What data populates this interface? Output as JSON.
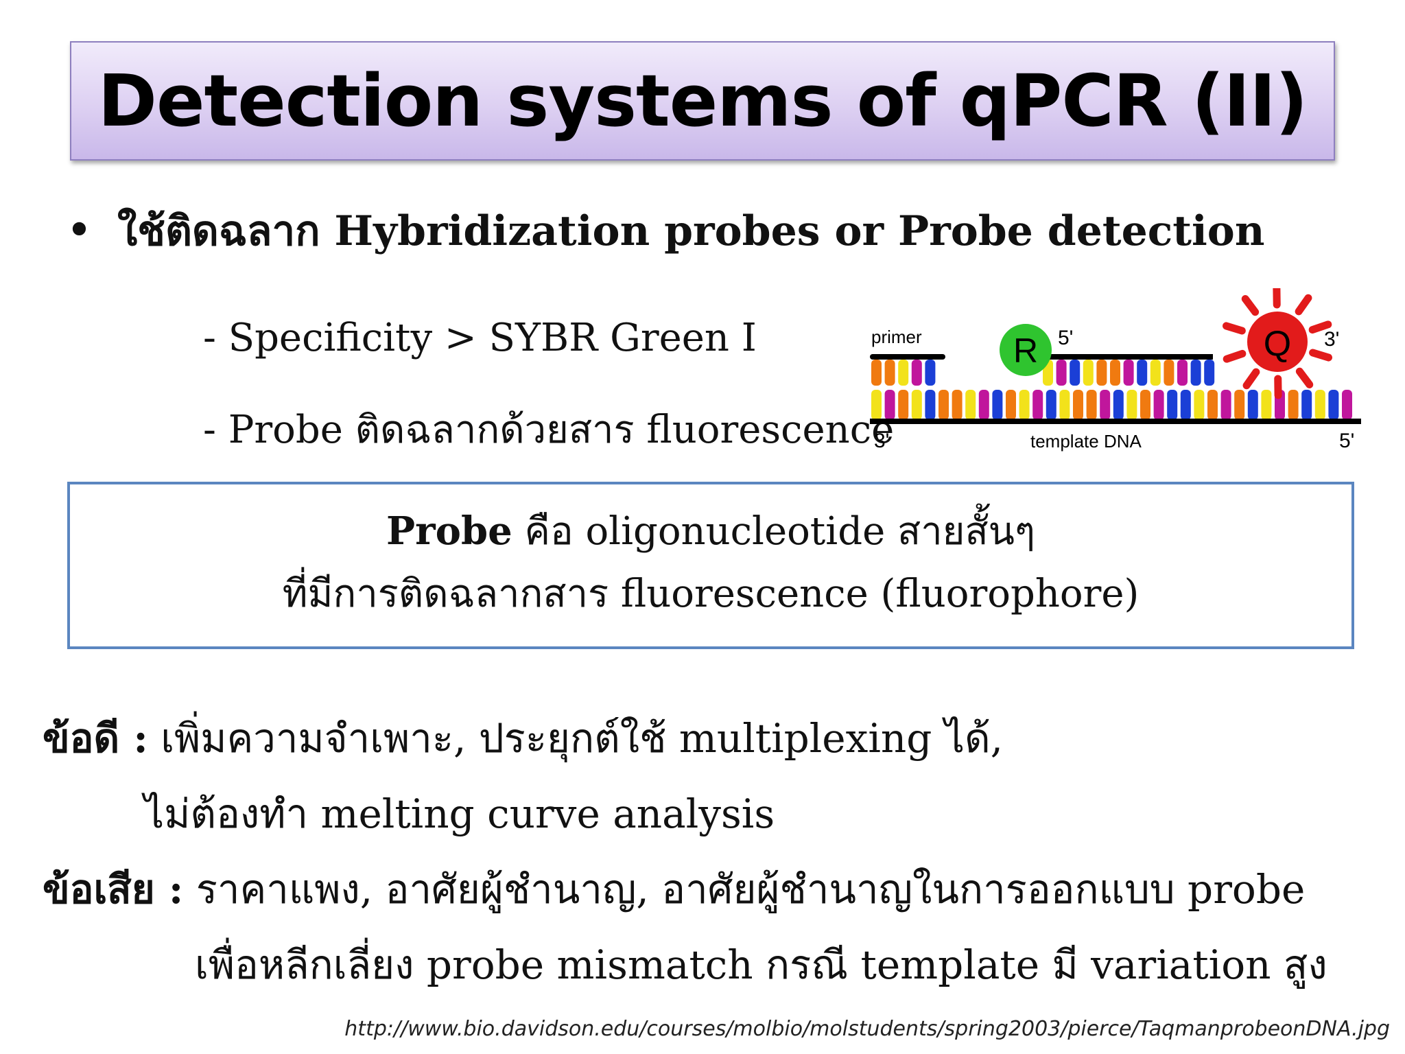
{
  "slide": {
    "title": "Detection systems of qPCR (II)",
    "bullet": {
      "marker": "•",
      "text": "ใช้ติดฉลาก Hybridization probes or Probe detection"
    },
    "sub_points": [
      "- Specificity > SYBR Green I",
      "- Probe ติดฉลากด้วยสาร fluorescence"
    ],
    "diagram": {
      "primer_label": "primer",
      "reporter_label": "R",
      "quencher_label": "Q",
      "probe_5_label": "5'",
      "probe_3_label": "3'",
      "template_3_label": "3'",
      "template_5_label": "5'",
      "template_label": "template DNA",
      "base_colors": [
        "#1b3fd6",
        "#c0169c",
        "#f2e21b",
        "#f07a10"
      ],
      "reporter_color": "#2fc42f",
      "quencher_color": "#e21b1b"
    },
    "definition": {
      "line1_bold": "Probe",
      "line1_rest": " คือ oligonucleotide สายสั้นๆ",
      "line2": "ที่มีการติดฉลากสาร fluorescence (fluorophore)"
    },
    "advantages": {
      "label": "ข้อดี :",
      "line1": " เพิ่มความจำเพาะ, ประยุกต์ใช้ multiplexing ได้,",
      "line2": "ไม่ต้องทำ melting curve analysis"
    },
    "disadvantages": {
      "label": "ข้อเสีย :",
      "line1": " ราคาแพง, อาศัยผู้ชำนาญ, อาศัยผู้ชำนาญในการออกแบบ probe",
      "line2": "เพื่อหลีกเลี่ยง probe mismatch กรณี template มี variation สูง"
    },
    "source_url": "http://www.bio.davidson.edu/courses/molbio/molstudents/spring2003/pierce/TaqmanprobeonDNA.jpg"
  }
}
